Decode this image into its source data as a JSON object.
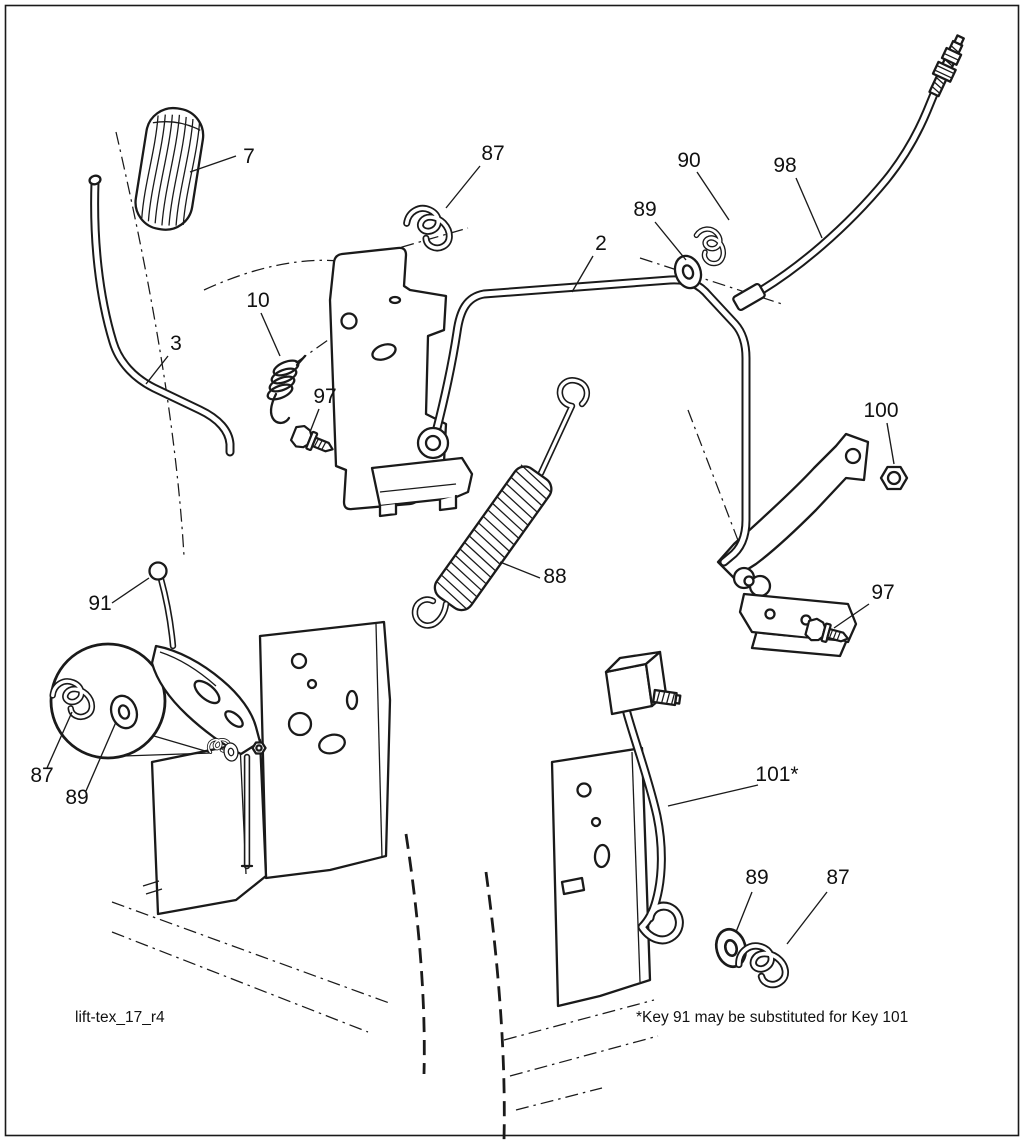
{
  "texts": {
    "drawing_id": "lift-tex_17_r4",
    "footnote": "*Key 91 may be substituted for Key 101"
  },
  "callouts": {
    "c7": "7",
    "c87_top": "87",
    "c90": "90",
    "c98": "98",
    "c89_top": "89",
    "c2": "2",
    "c10": "10",
    "c3": "3",
    "c97_left": "97",
    "c100": "100",
    "c88": "88",
    "c91": "91",
    "c97_right": "97",
    "c87_inset": "87",
    "c89_inset": "89",
    "c101": "101*",
    "c89_bottom": "89",
    "c87_bottom": "87"
  },
  "colors": {
    "line": "#1a1a1a",
    "background": "#ffffff"
  }
}
